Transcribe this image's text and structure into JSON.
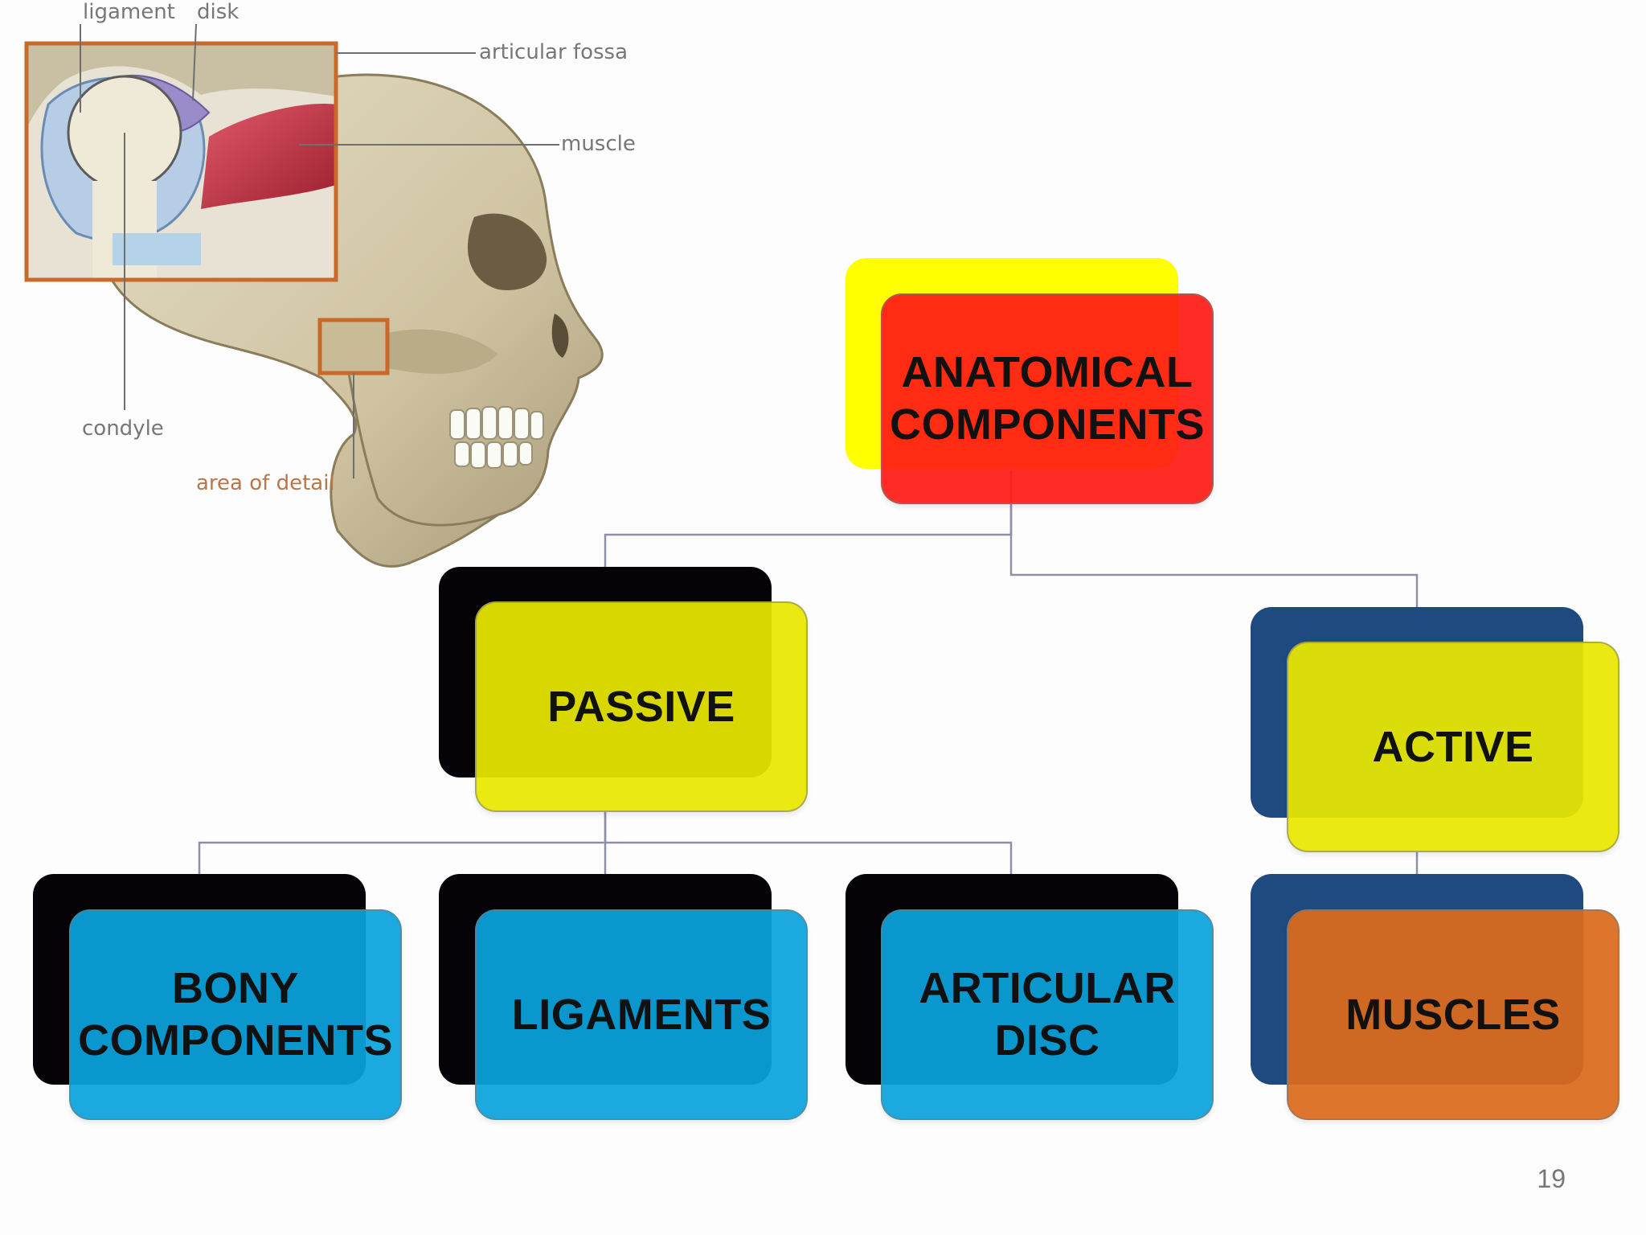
{
  "illustration": {
    "labels": {
      "ligament": "ligament",
      "disk": "disk",
      "articular_fossa": "articular fossa",
      "muscle": "muscle",
      "condyle": "condyle",
      "area_of_detail": "area of detail"
    }
  },
  "diagram": {
    "root": {
      "label": "ANATOMICAL\nCOMPONENTS",
      "front_color": "#ff1c14",
      "back_color": "#ffff00"
    },
    "passive": {
      "label": "PASSIVE",
      "front_color": "#e8e800",
      "back_color": "#050308"
    },
    "active": {
      "label": "ACTIVE",
      "front_color": "#e8e800",
      "back_color": "#1f4a80"
    },
    "bony": {
      "label": "BONY\nCOMPONENTS",
      "front_color": "#0aa2dd",
      "back_color": "#050308"
    },
    "ligaments": {
      "label": "LIGAMENTS",
      "front_color": "#0aa2dd",
      "back_color": "#050308"
    },
    "disc": {
      "label": "ARTICULAR\nDISC",
      "front_color": "#0aa2dd",
      "back_color": "#050308"
    },
    "muscles": {
      "label": "MUSCLES",
      "front_color": "#db6a1c",
      "back_color": "#1f4a80"
    },
    "connector_color": "#8f8fa6"
  },
  "page_number": "19"
}
